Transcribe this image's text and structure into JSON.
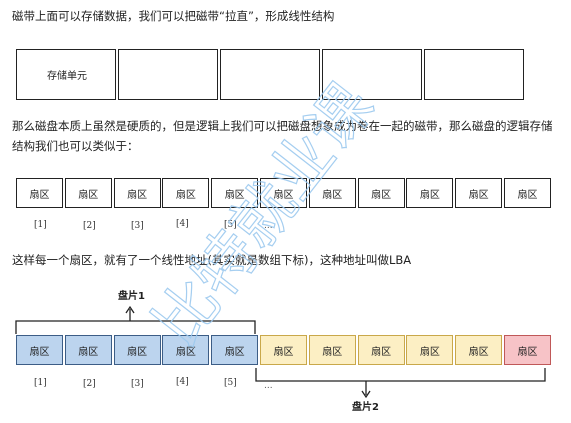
{
  "paragraphs": {
    "p1": "磁带上面可以存储数据，我们可以把磁带“拉直”，形成线性结构",
    "p2": "那么磁盘本质上虽然是硬质的，但是逻辑上我们可以把磁盘想象成为卷在一起的磁带，那么磁盘的逻辑存储结构我们也可以类似于：",
    "p3": "这样每一个扇区，就有了一个线性地址(其实就是数组下标)，这种地址叫做LBA"
  },
  "tape1": {
    "first_cell_label": "存储单元",
    "cell_count": 5
  },
  "sector_label": "扇区",
  "indices": [
    "[1]",
    "[2]",
    "[3]",
    "[4]",
    "[5]",
    "..."
  ],
  "platter1_label": "盘片1",
  "platter2_label": "盘片2",
  "watermark_text": "比特就业课",
  "colors": {
    "blue_fill": "#bcd4ee",
    "yellow_fill": "#fcefc4",
    "red_fill": "#f7c3c7",
    "watermark": "#9cc9ef"
  }
}
